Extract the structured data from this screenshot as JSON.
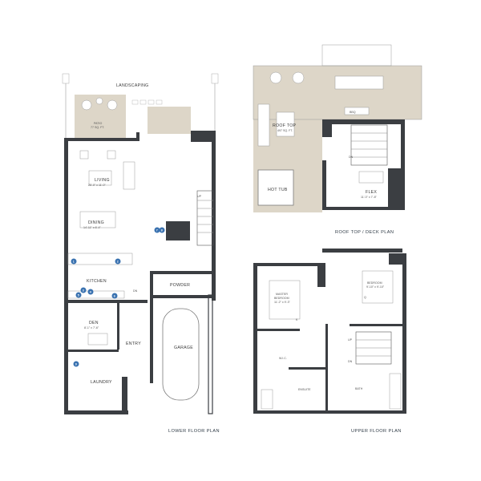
{
  "lower_floor": {
    "title": "LOWER FLOOR PLAN",
    "landscaping": "LANDSCAPING",
    "patio": {
      "name": "PATIO",
      "size": "77 SQ. FT."
    },
    "living": {
      "name": "LIVING",
      "size": "25'-0\" x 11'-0\""
    },
    "dining": {
      "name": "DINING",
      "size": "14'-11\" x 6'-4\""
    },
    "kitchen": "KITCHEN",
    "powder": "POWDER",
    "den": {
      "name": "DEN",
      "size": "8'-1\" x 7'-6\""
    },
    "entry": "ENTRY",
    "garage": "GARAGE",
    "laundry": "LAUNDRY",
    "up": "UP",
    "dn": "DN",
    "badges": [
      "1",
      "2",
      "3",
      "4",
      "5",
      "6",
      "7",
      "8",
      "9"
    ]
  },
  "roof_top": {
    "title": "ROOF TOP / DECK PLAN",
    "deck": {
      "name": "ROOF TOP",
      "size": "497 SQ. FT."
    },
    "bbq": "BBQ",
    "hot_tub": "HOT TUB",
    "flex": {
      "name": "FLEX",
      "size": "11'-0\" x 7'-8\""
    },
    "dn": "DN"
  },
  "upper_floor": {
    "title": "UPPER FLOOR PLAN",
    "master": {
      "line1": "MASTER",
      "line2": "BEDROOM",
      "size": "11'-2\" x 9'-3\""
    },
    "bedroom": {
      "name": "BEDROOM",
      "size": "9'-10\" x 9'-10\""
    },
    "wic": "W.I.C.",
    "ensuite": "ENSUITE",
    "bath": "BATH",
    "up": "UP",
    "dn": "DN",
    "k": "K",
    "q": "Q"
  },
  "colors": {
    "wall": "#3b3e42",
    "deck": "#ddd6c8",
    "badge": "#3a72b0",
    "title": "#2e3a45"
  }
}
